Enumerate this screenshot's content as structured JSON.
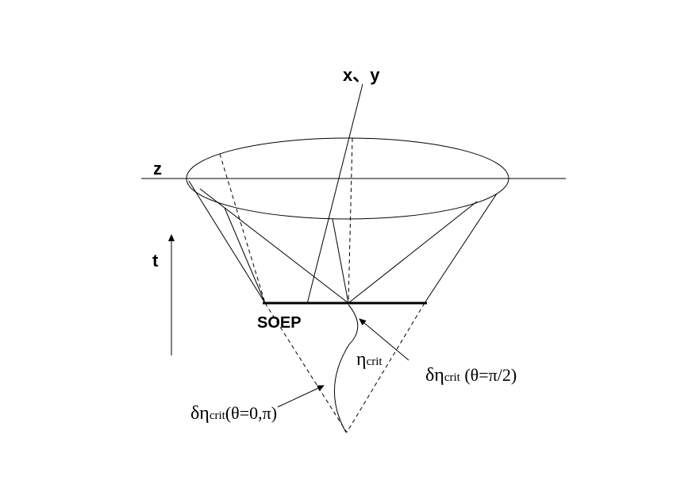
{
  "labels": {
    "axis_xy": "x、y",
    "axis_z": "z",
    "axis_t": "t",
    "soep": "SOEP",
    "eta_sym": "η",
    "eta_sub": "crit",
    "delta_eta_sym": "δη",
    "delta_eta_sub": "crit",
    "theta_half_pi": " (θ=π/2)",
    "theta_zero_pi": "(θ=0,π)"
  }
}
